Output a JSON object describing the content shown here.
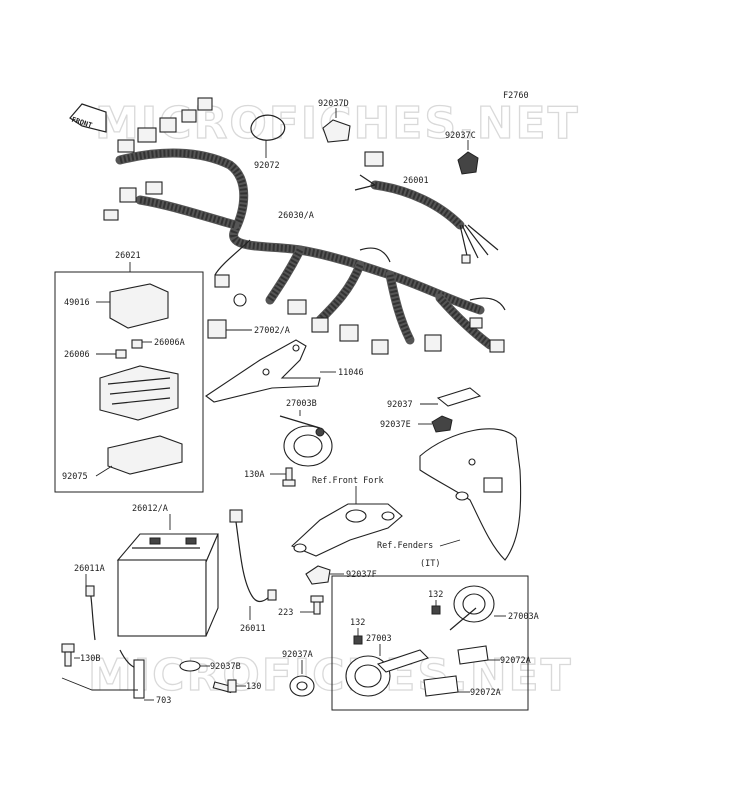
{
  "figure_code": "F2760",
  "watermark": "MICROFICHES.NET",
  "front_tag": "FRONT",
  "labels": {
    "p92037D": "92037D",
    "p92072": "92072",
    "p92037C": "92037C",
    "p26001": "26001",
    "p26030A": "26030/A",
    "p26021": "26021",
    "p49016": "49016",
    "p26006A": "26006A",
    "p26006": "26006",
    "p27002A": "27002/A",
    "p11046": "11046",
    "p92075": "92075",
    "p27003B": "27003B",
    "p92037": "92037",
    "p92037E": "92037E",
    "p130A": "130A",
    "refFrontFork": "Ref.Front Fork",
    "p26012A": "26012/A",
    "refFenders": "Ref.Fenders",
    "p26011A": "26011A",
    "p92037F": "92037F",
    "it": "(IT)",
    "p223": "223",
    "p132a": "132",
    "p26011": "26011",
    "p27003A": "27003A",
    "p132b": "132",
    "p27003": "27003",
    "p130B": "130B",
    "p92037A": "92037A",
    "p92072Aa": "92072A",
    "p92037B": "92037B",
    "p130": "130",
    "p703": "703",
    "p92072Ab": "92072A"
  }
}
